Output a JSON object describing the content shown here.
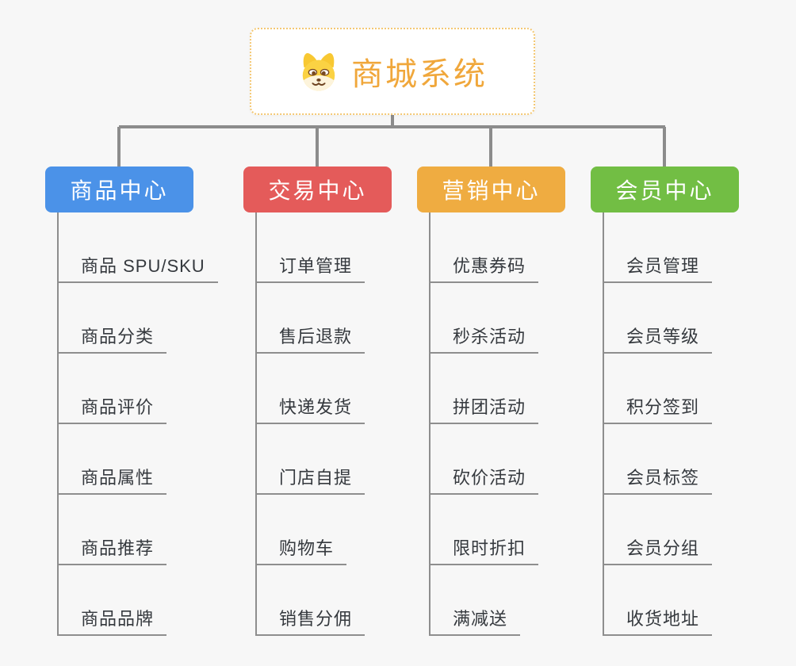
{
  "root": {
    "title": "商城系统",
    "icon": "shiba-dog-face",
    "title_color": "#f0a73b",
    "border_color": "#f4c873"
  },
  "branches": [
    {
      "label": "商品中心",
      "color": "#4b92e8",
      "items": [
        "商品 SPU/SKU",
        "商品分类",
        "商品评价",
        "商品属性",
        "商品推荐",
        "商品品牌"
      ]
    },
    {
      "label": "交易中心",
      "color": "#e45b5a",
      "items": [
        "订单管理",
        "售后退款",
        "快递发货",
        "门店自提",
        "购物车",
        "销售分佣"
      ]
    },
    {
      "label": "营销中心",
      "color": "#efac41",
      "items": [
        "优惠券码",
        "秒杀活动",
        "拼团活动",
        "砍价活动",
        "限时折扣",
        "满减送"
      ]
    },
    {
      "label": "会员中心",
      "color": "#72be44",
      "items": [
        "会员管理",
        "会员等级",
        "积分签到",
        "会员标签",
        "会员分组",
        "收货地址"
      ]
    }
  ],
  "colors": {
    "background": "#f7f7f7",
    "connector_gray": "#8c8c8c",
    "underline_gray": "#8e8e8e",
    "item_text": "#35393e"
  }
}
